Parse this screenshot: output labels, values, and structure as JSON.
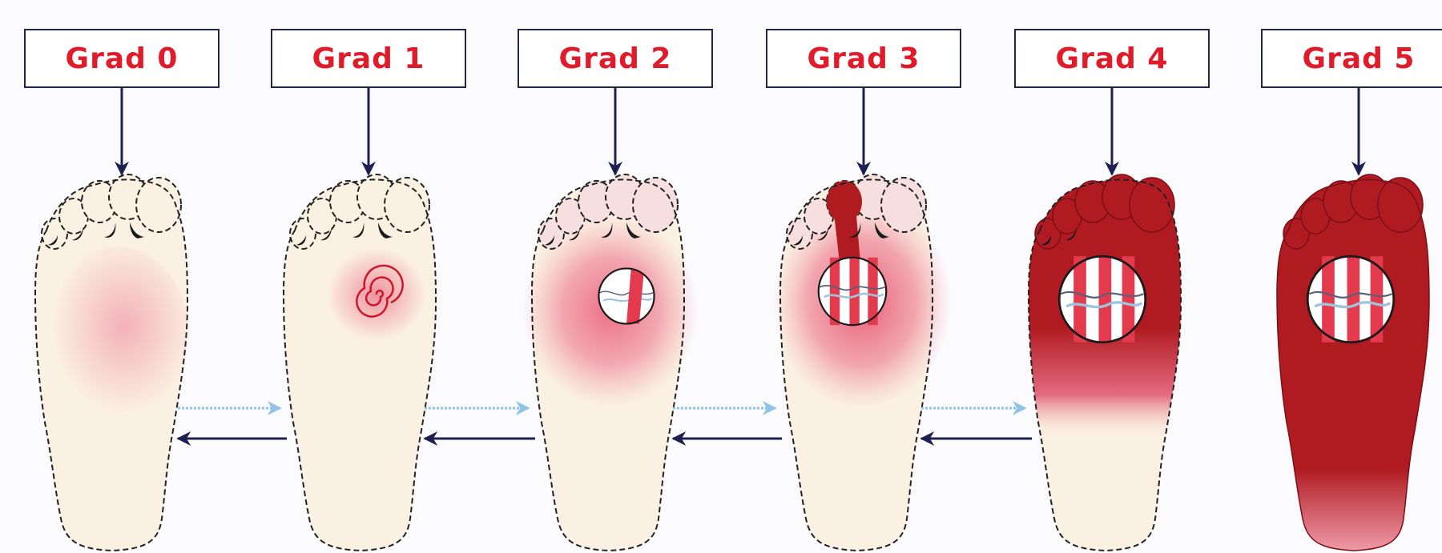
{
  "grades": [
    {
      "label": "Grad 0"
    },
    {
      "label": "Grad 1"
    },
    {
      "label": "Grad 2"
    },
    {
      "label": "Grad 3"
    },
    {
      "label": "Grad 4"
    },
    {
      "label": "Grad 5"
    }
  ],
  "colors": {
    "label_text": "#e01b2a",
    "box_border": "#1f2745",
    "arrow_dark": "#1b2050",
    "arrow_light": "#8fc3e8",
    "skin": "#fbf1e2",
    "inflammation": "#ef8a9a",
    "necrosis": "#b01b22"
  }
}
